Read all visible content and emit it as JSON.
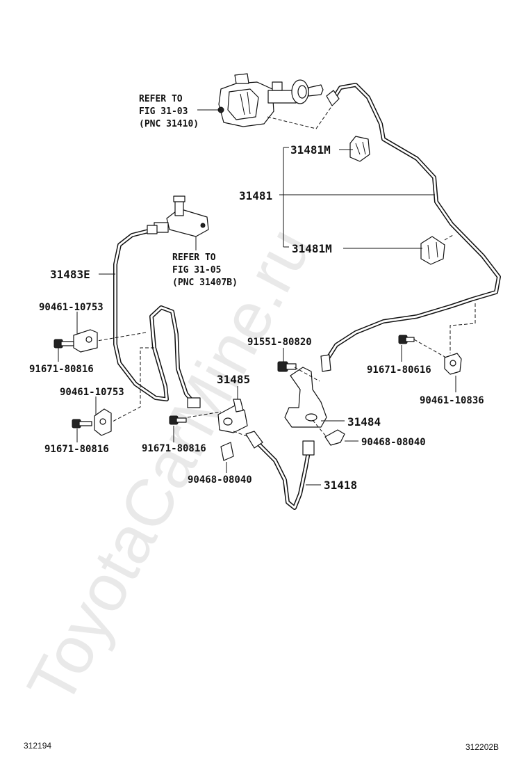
{
  "watermark": "ToyotaCarMine.ru",
  "refer_top": {
    "line1": "REFER TO",
    "line2": "FIG 31-03",
    "line3": "(PNC 31410)"
  },
  "refer_mid": {
    "line1": "REFER TO",
    "line2": "FIG 31-05",
    "line3": "(PNC 31407B)"
  },
  "labels": {
    "p31481m_top": "31481M",
    "p31481": "31481",
    "p31481m_bottom": "31481M",
    "p31483e": "31483E",
    "p90461_10753_a": "90461-10753",
    "p91671_80816_a": "91671-80816",
    "p90461_10753_b": "90461-10753",
    "p91671_80816_b": "91671-80816",
    "p91551_80820": "91551-80820",
    "p31485": "31485",
    "p91671_80816_c": "91671-80816",
    "p31484": "31484",
    "p91671_80616": "91671-80616",
    "p90461_10836": "90461-10836",
    "p90468_08040_right": "90468-08040",
    "p90468_08040_left": "90468-08040",
    "p31418": "31418"
  },
  "footer": {
    "left_code": "312194",
    "right_code": "312202B"
  }
}
